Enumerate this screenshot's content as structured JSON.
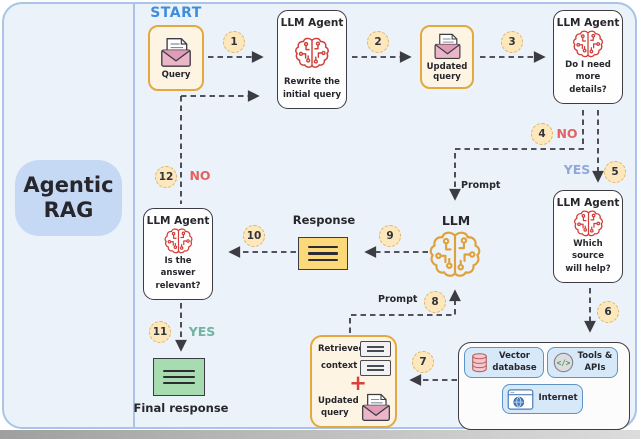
{
  "diagram_title": {
    "line1": "Agentic",
    "line2": "RAG"
  },
  "start_label": "START",
  "boxes": {
    "query": {
      "label": "Query"
    },
    "rewrite_agent": {
      "title": "LLM Agent",
      "line1": "Rewrite the",
      "line2": "initial query"
    },
    "updated_query": {
      "line1": "Updated",
      "line2": "query"
    },
    "details_agent": {
      "title": "LLM Agent",
      "line1": "Do I need",
      "line2": "more details?"
    },
    "source_agent": {
      "title": "LLM Agent",
      "line1": "Which source",
      "line2": "will help?"
    },
    "relevant_agent": {
      "title": "LLM Agent",
      "line1": "Is the answer",
      "line2": "relevant?"
    },
    "llm": {
      "label": "LLM"
    },
    "response": {
      "label": "Response"
    },
    "final_response": {
      "label": "Final response"
    },
    "retrieved": {
      "line1": "Retrieved",
      "line2": "context",
      "plus": "+",
      "line3": "Updated",
      "line4": "query"
    },
    "sources": {
      "vector1": "Vector",
      "vector2": "database",
      "tools1": "Tools &",
      "tools2": "APIs",
      "internet": "Internet"
    }
  },
  "steps": {
    "s1": "1",
    "s2": "2",
    "s3": "3",
    "s4": "4",
    "s5": "5",
    "s6": "6",
    "s7": "7",
    "s8": "8",
    "s9": "9",
    "s10": "10",
    "s11": "11",
    "s12": "12"
  },
  "labels": {
    "no_step4": "NO",
    "yes_step5": "YES",
    "yes_step11": "YES",
    "no_step12": "NO",
    "prompt_top": "Prompt",
    "prompt_bottom": "Prompt"
  },
  "colors": {
    "canvas_bg": "#ecf2fa",
    "canvas_border": "#a9c4e6",
    "title_bg": "#c5d9f4",
    "cream_bg": "#fdf4e3",
    "cream_border": "#e3a83f",
    "agent_border": "#3c3c43",
    "agent_brain": "#cf3f39",
    "llm_brain": "#dfa13c",
    "badge_bg": "#fce8bc",
    "badge_border": "#e0b468",
    "no_color": "#e2635f",
    "yes_right_color": "#8fa8da",
    "yes_bottom_color": "#6fb3a1",
    "start_color": "#3f8edb",
    "arrow_color": "#3c3c43",
    "response_bg": "#fbd878",
    "final_bg": "#a6dcb0",
    "chip_bg": "#d7e9f9",
    "chip_border": "#5e93c8"
  }
}
